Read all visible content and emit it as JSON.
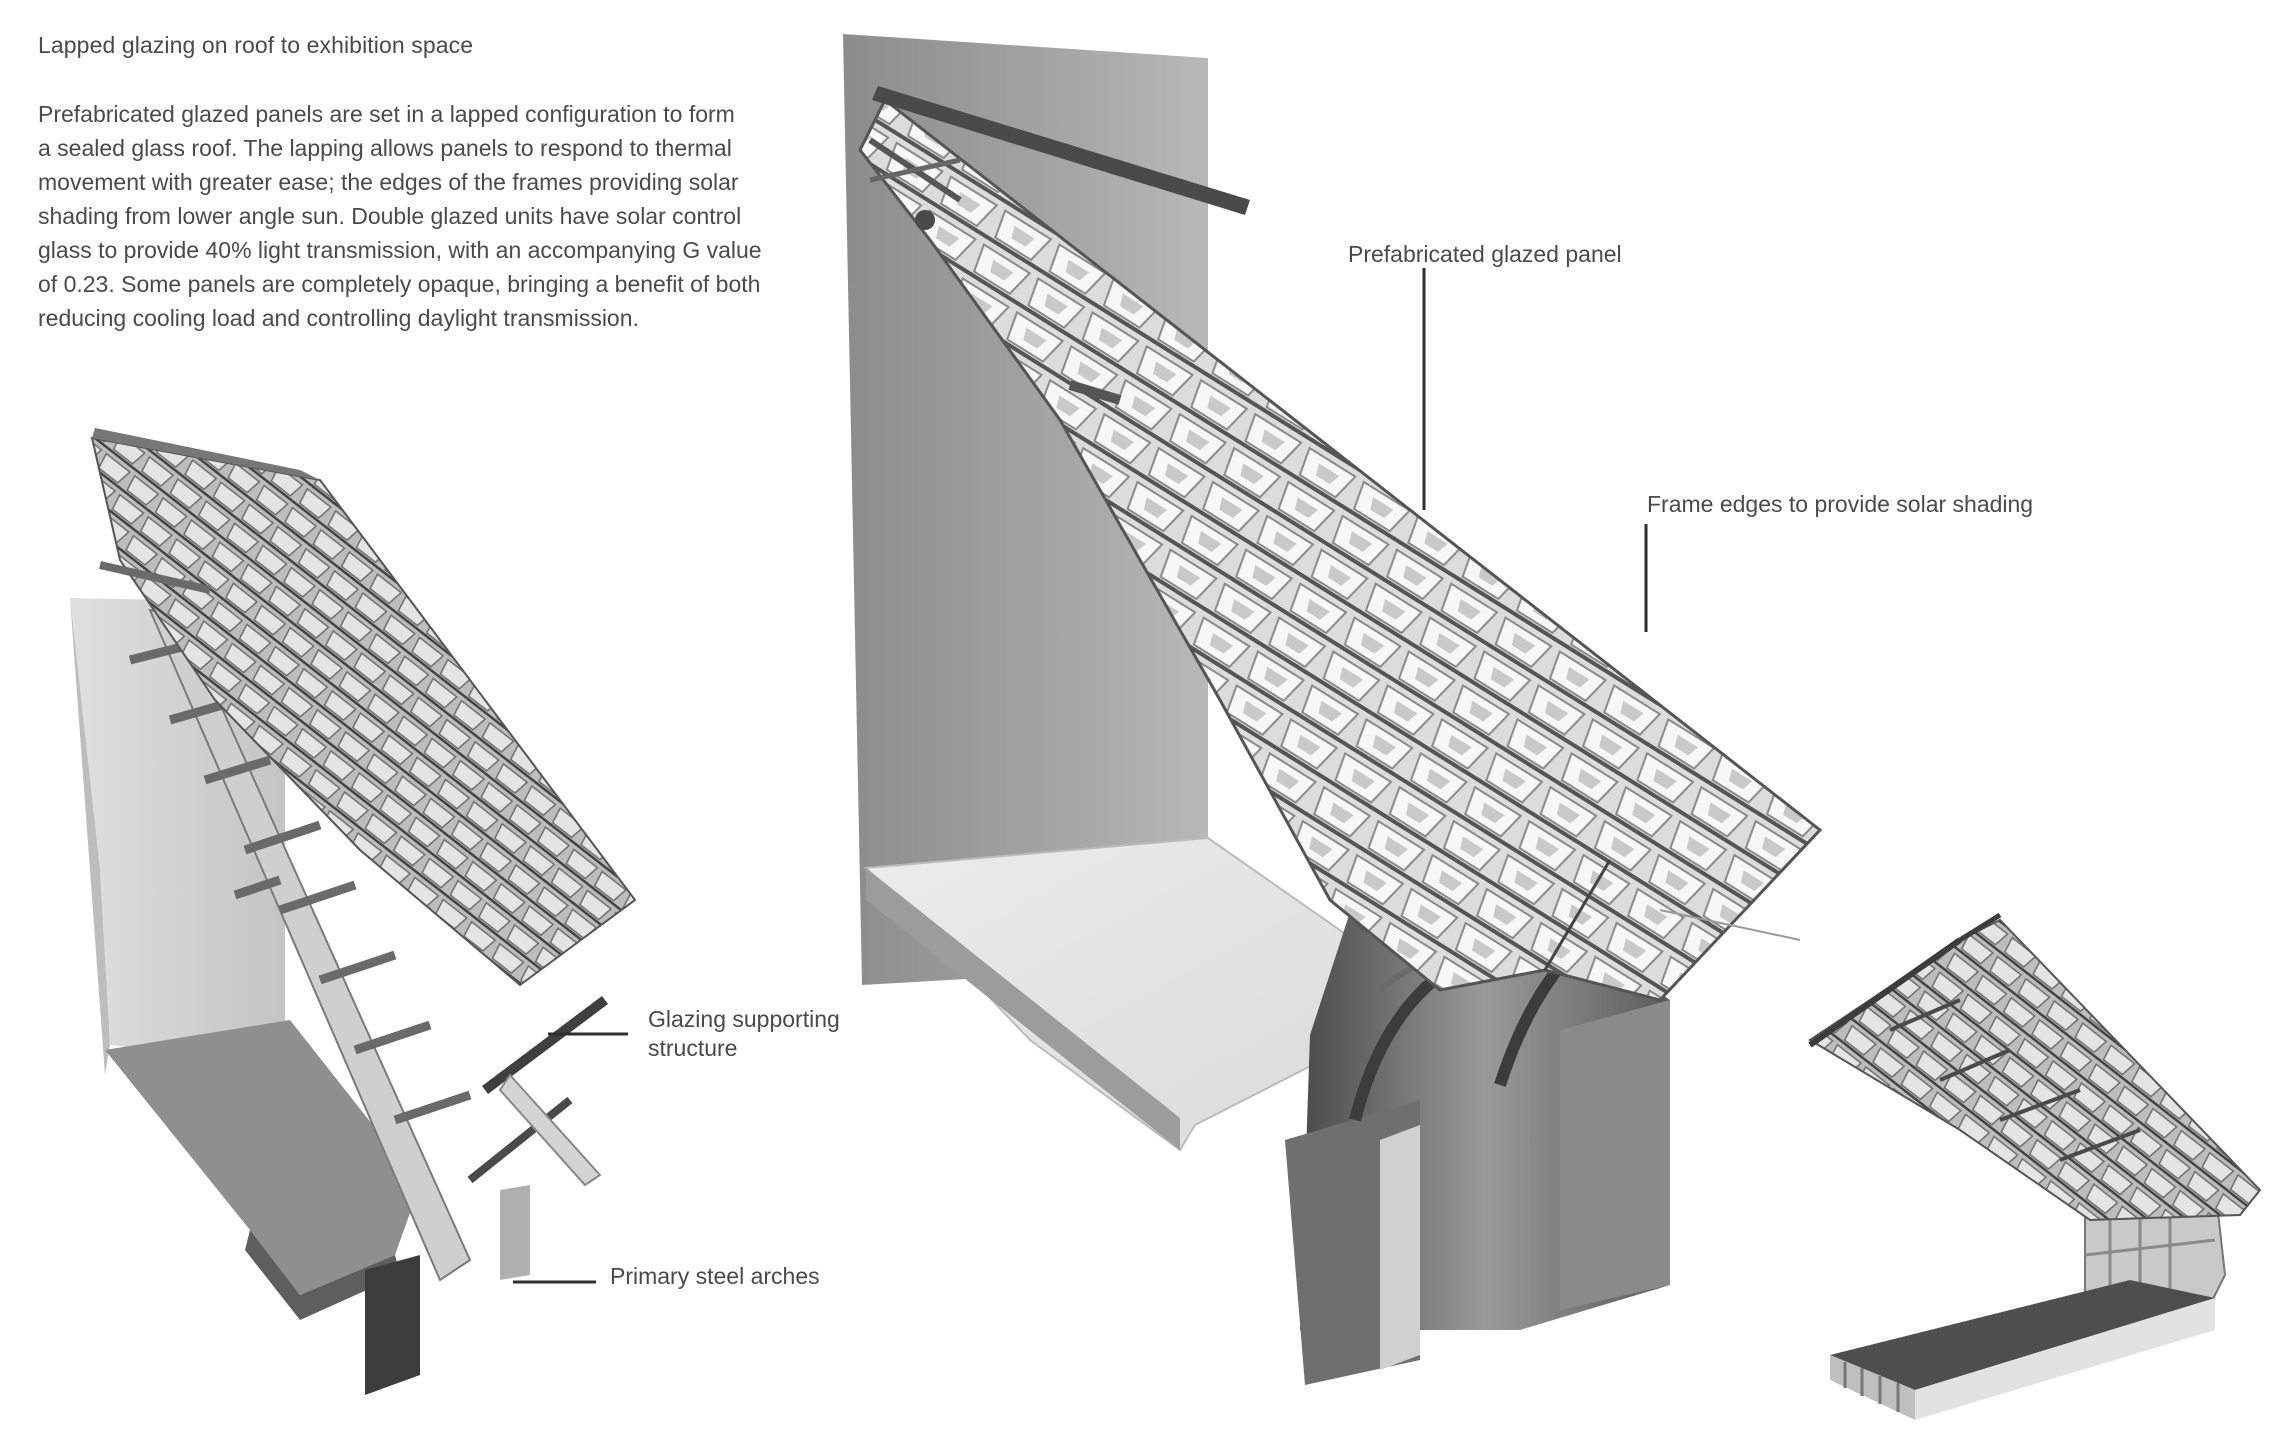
{
  "title": "Lapped glazing on roof to exhibition space",
  "description_lines": [
    "Prefabricated glazed panels are set in a lapped configuration to form",
    "a sealed glass roof. The lapping allows panels to respond to thermal",
    "movement with greater ease; the edges of the frames providing solar",
    "shading from lower angle sun. Double glazed units have solar control",
    "glass to provide 40% light transmission, with an accompanying G value",
    "of 0.23. Some panels are completely opaque, bringing a benefit of both",
    "reducing cooling load and controlling daylight transmission."
  ],
  "labels": {
    "prefab_panel": "Prefabricated glazed panel",
    "frame_edges": "Frame edges to provide solar shading",
    "glazing_support_line1": "Glazing supporting",
    "glazing_support_line2": "structure",
    "primary_arches": "Primary steel arches"
  }
}
